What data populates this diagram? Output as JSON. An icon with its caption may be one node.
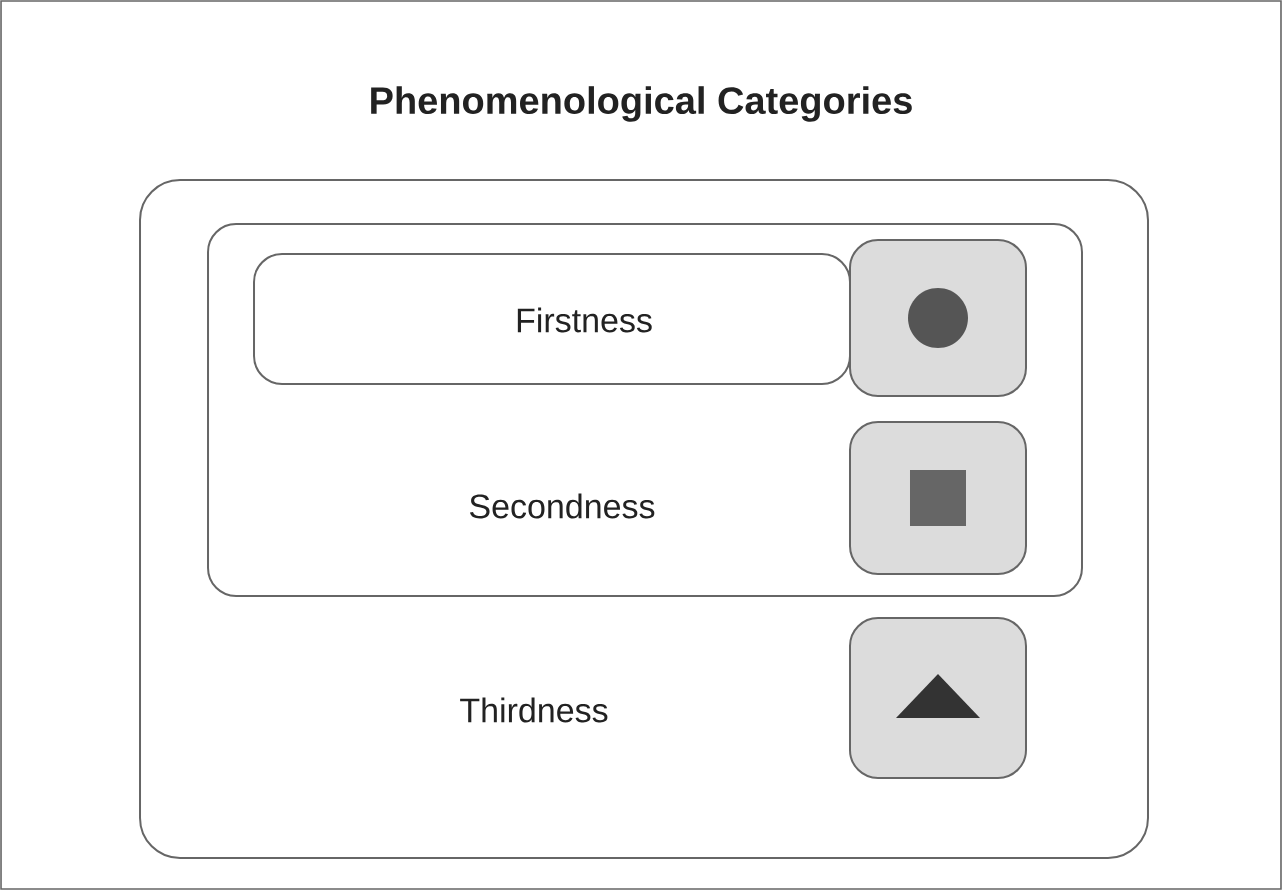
{
  "diagram": {
    "title": "Phenomenological Categories",
    "nodes": [
      {
        "text": [
          "Thirdness"
        ]
      },
      {
        "text": [
          "Secondness"
        ],
        "in": 0
      },
      {
        "text": [
          "Firstness"
        ],
        "in": 1
      },
      {
        "text": [],
        "shape": "box",
        "in": 1
      },
      {
        "text": [],
        "shape": "circle",
        "in": 3
      },
      {
        "text": [],
        "shape": "box",
        "in": 1
      },
      {
        "text": [],
        "shape": "square",
        "in": 5
      },
      {
        "text": [],
        "shape": "box",
        "in": 0
      },
      {
        "text": [],
        "shape": "triangle",
        "in": 7
      }
    ]
  }
}
